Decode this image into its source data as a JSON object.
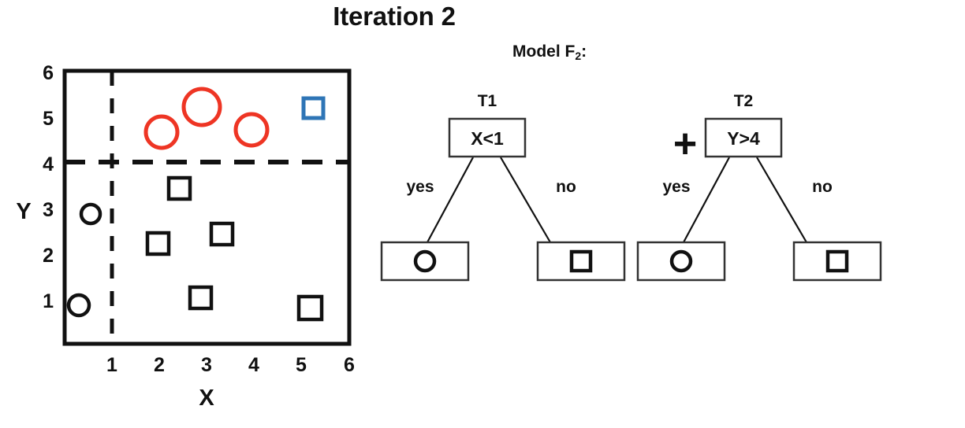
{
  "title": "Iteration 2",
  "model": {
    "heading_prefix": "Model F",
    "heading_sub": "2",
    "heading_suffix": ":",
    "operator": "+",
    "trees": [
      {
        "caption": "T1",
        "condition": "X<1",
        "yes_label": "yes",
        "no_label": "no",
        "yes_leaf_icon": "circle-icon",
        "no_leaf_icon": "square-icon"
      },
      {
        "caption": "T2",
        "condition": "Y>4",
        "yes_label": "yes",
        "no_label": "no",
        "yes_leaf_icon": "circle-icon",
        "no_leaf_icon": "square-icon"
      }
    ]
  },
  "chart_data": {
    "type": "scatter",
    "title": "Iteration 2",
    "xlabel": "X",
    "ylabel": "Y",
    "xlim": [
      0,
      6
    ],
    "ylim": [
      0,
      6
    ],
    "xticks": [
      1,
      2,
      3,
      4,
      5,
      6
    ],
    "yticks": [
      1,
      2,
      3,
      4,
      5,
      6
    ],
    "grid": false,
    "legend": "none",
    "decision_lines": [
      {
        "name": "x-split",
        "orientation": "vertical",
        "value": 1,
        "style": "dashed",
        "color": "#111111"
      },
      {
        "name": "y-split",
        "orientation": "horizontal",
        "value": 4,
        "style": "dashed",
        "color": "#111111"
      }
    ],
    "series": [
      {
        "name": "circles",
        "marker": "circle",
        "color": "#111111",
        "highlight": false,
        "points": [
          {
            "x": 0.55,
            "y": 2.85
          },
          {
            "x": 0.3,
            "y": 0.85
          }
        ]
      },
      {
        "name": "squares",
        "marker": "square",
        "color": "#111111",
        "highlight": false,
        "points": [
          {
            "x": 2.55,
            "y": 3.7
          },
          {
            "x": 2.1,
            "y": 2.5
          },
          {
            "x": 3.45,
            "y": 2.7
          },
          {
            "x": 3.0,
            "y": 1.3
          },
          {
            "x": 5.3,
            "y": 1.1
          }
        ]
      },
      {
        "name": "misclassified-circles",
        "marker": "circle",
        "color": "#ee3524",
        "highlight": true,
        "points": [
          {
            "x": 2.05,
            "y": 4.65
          },
          {
            "x": 2.9,
            "y": 5.2
          },
          {
            "x": 3.95,
            "y": 4.7
          }
        ]
      },
      {
        "name": "misclassified-square",
        "marker": "square",
        "color": "#2e75b6",
        "highlight": true,
        "points": [
          {
            "x": 5.3,
            "y": 5.2
          }
        ]
      }
    ]
  },
  "colors": {
    "foreground": "#111111",
    "red": "#ee3524",
    "blue": "#2e75b6",
    "background": "#ffffff"
  }
}
